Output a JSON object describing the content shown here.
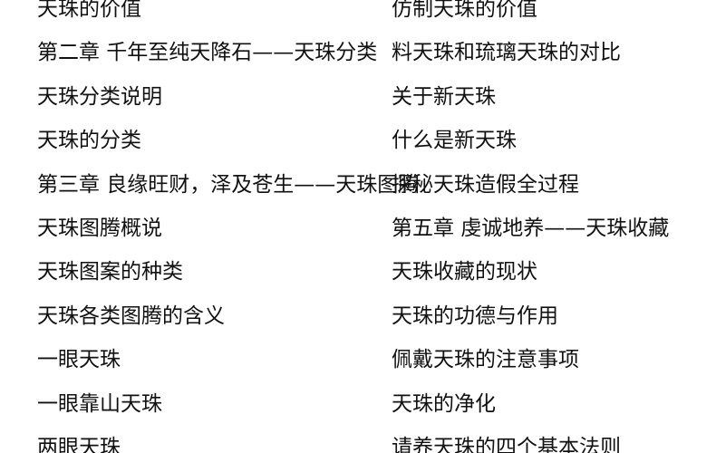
{
  "toc": {
    "left_column": [
      "天珠的价值",
      "第二章  千年至纯天降石——天珠分类",
      "天珠分类说明",
      "天珠的分类",
      "第三章  良缘旺财，泽及苍生——天珠图腾",
      "天珠图腾概说",
      "天珠图案的种类",
      "天珠各类图腾的含义",
      "一眼天珠",
      "一眼靠山天珠",
      "两眼天珠"
    ],
    "right_column": [
      "仿制天珠的价值",
      "料天珠和琉璃天珠的对比",
      "关于新天珠",
      "什么是新天珠",
      "探秘天珠造假全过程",
      "第五章  虔诚地养——天珠收藏",
      "天珠收藏的现状",
      "天珠的功德与作用",
      "佩戴天珠的注意事项",
      "天珠的净化",
      "请养天珠的四个基本法则"
    ]
  }
}
